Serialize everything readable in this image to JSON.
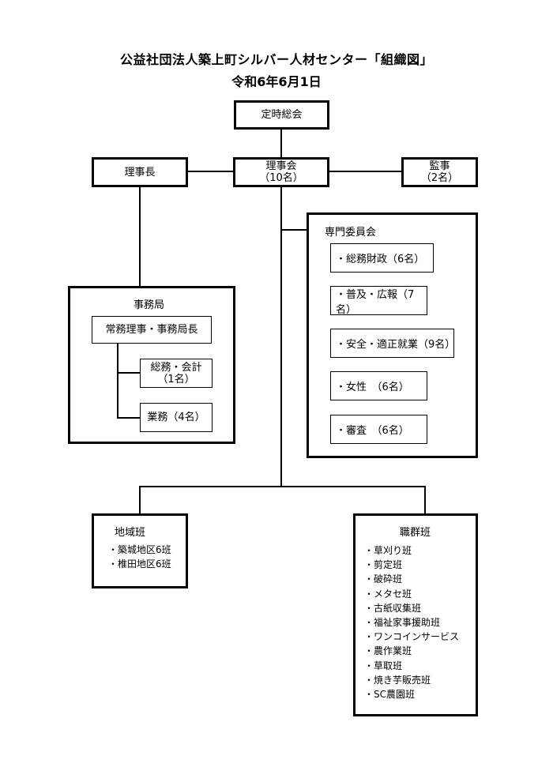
{
  "title": "公益社団法人築上町シルバー人材センター「組織図」",
  "date": "令和6年6月1日",
  "general_meeting": "定時総会",
  "board": {
    "label": "理事会",
    "count": "（10名）"
  },
  "chairman": "理事長",
  "auditor": {
    "label": "監事",
    "count": "（2名）"
  },
  "committee": {
    "title": "専門委員会",
    "items": [
      "・総務財政（6名）",
      "・普及・広報（7名）",
      "・安全・適正就業（9名）",
      "・女性　（6名）",
      "・審査　（6名）"
    ]
  },
  "secretariat": {
    "title": "事務局",
    "head": "常務理事・事務局長",
    "general_affairs": {
      "label": "総務・会計",
      "count": "（1名）"
    },
    "operations": "業務（4名）"
  },
  "regional": {
    "title": "地域班",
    "items": [
      "・築城地区6班",
      "・椎田地区6班"
    ]
  },
  "occupational": {
    "title": "職群班",
    "items": [
      "・草刈り班",
      "・剪定班",
      "・破砕班",
      "・メタセ班",
      "・古紙収集班",
      "・福祉家事援助班",
      "・ワンコインサービス",
      "・農作業班",
      "・草取班",
      "・焼き芋販売班",
      "・SC農園班"
    ]
  }
}
